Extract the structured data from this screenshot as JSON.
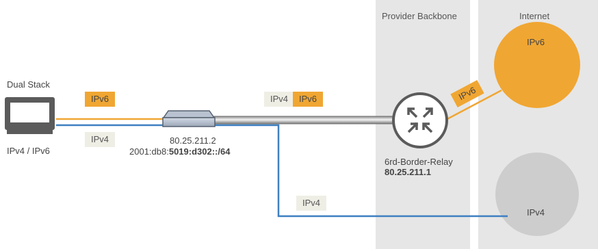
{
  "zones": {
    "provider": "Provider Backbone",
    "internet": "Internet"
  },
  "client": {
    "title": "Dual Stack",
    "subtitle": "IPv4 / IPv6"
  },
  "router": {
    "ip4": "80.25.211.2",
    "ip6_prefix": "2001:db8:",
    "ip6_bold": "5019:d302::/64"
  },
  "relay": {
    "name": "6rd-Border-Relay",
    "ip": "80.25.211.1"
  },
  "tags": {
    "client_ipv6": "IPv6",
    "client_ipv4": "IPv4",
    "tunnel_ipv4": "IPv4",
    "tunnel_ipv6": "IPv6",
    "relay_ipv6": "IPv6",
    "bottom_ipv4": "IPv4"
  },
  "clouds": {
    "ipv6": "IPv6",
    "ipv4": "IPv4"
  },
  "colors": {
    "ipv6": "#f0a632",
    "ipv4": "#3d7fc1",
    "zone": "#e6e6e6",
    "device": "#5b5b5b",
    "ipv4_cloud": "#cdcdcd"
  }
}
